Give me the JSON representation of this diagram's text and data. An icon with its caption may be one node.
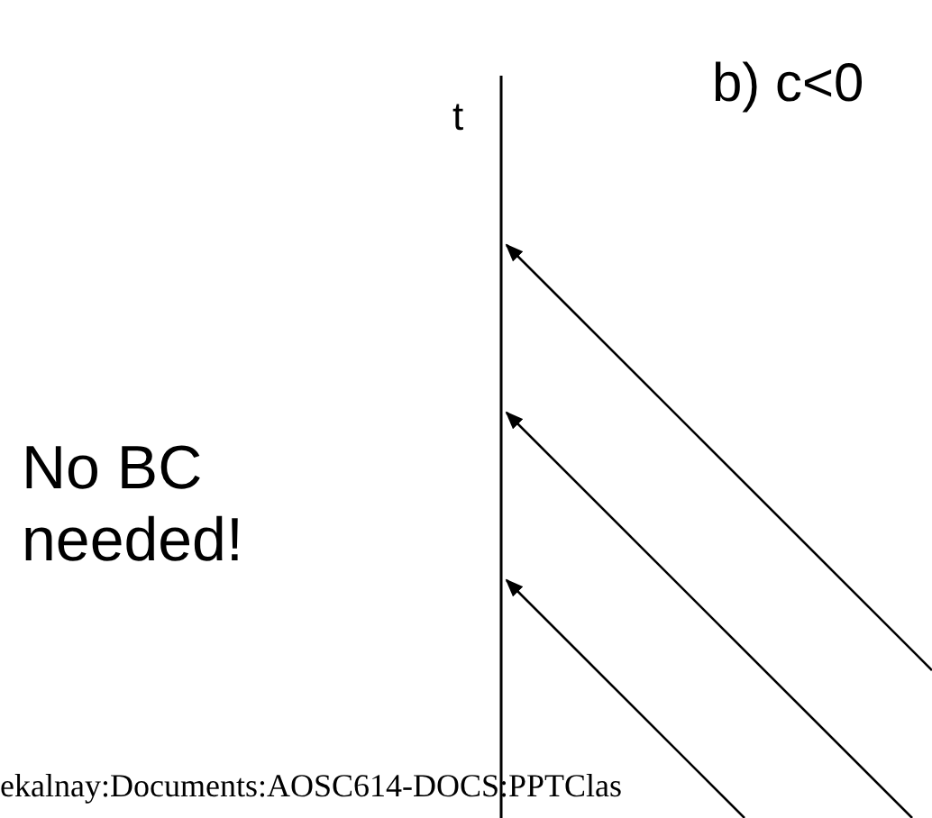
{
  "diagram": {
    "title": "b) c<0",
    "labels": [
      "t",
      "No BC needed!",
      "ekalnay:Documents:AOSC614-DOCS:PPTClas"
    ]
  }
}
